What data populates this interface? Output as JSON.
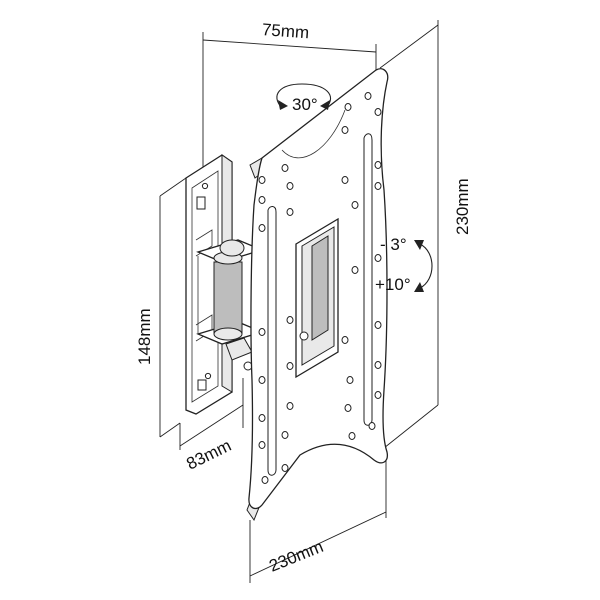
{
  "dimensions": {
    "top_width": "75mm",
    "right_height": "230mm",
    "bottom_width": "230mm",
    "left_height": "148mm",
    "depth": "83mm"
  },
  "angles": {
    "swivel": "30°",
    "tilt_down": "- 3°",
    "tilt_up": "+10°"
  }
}
